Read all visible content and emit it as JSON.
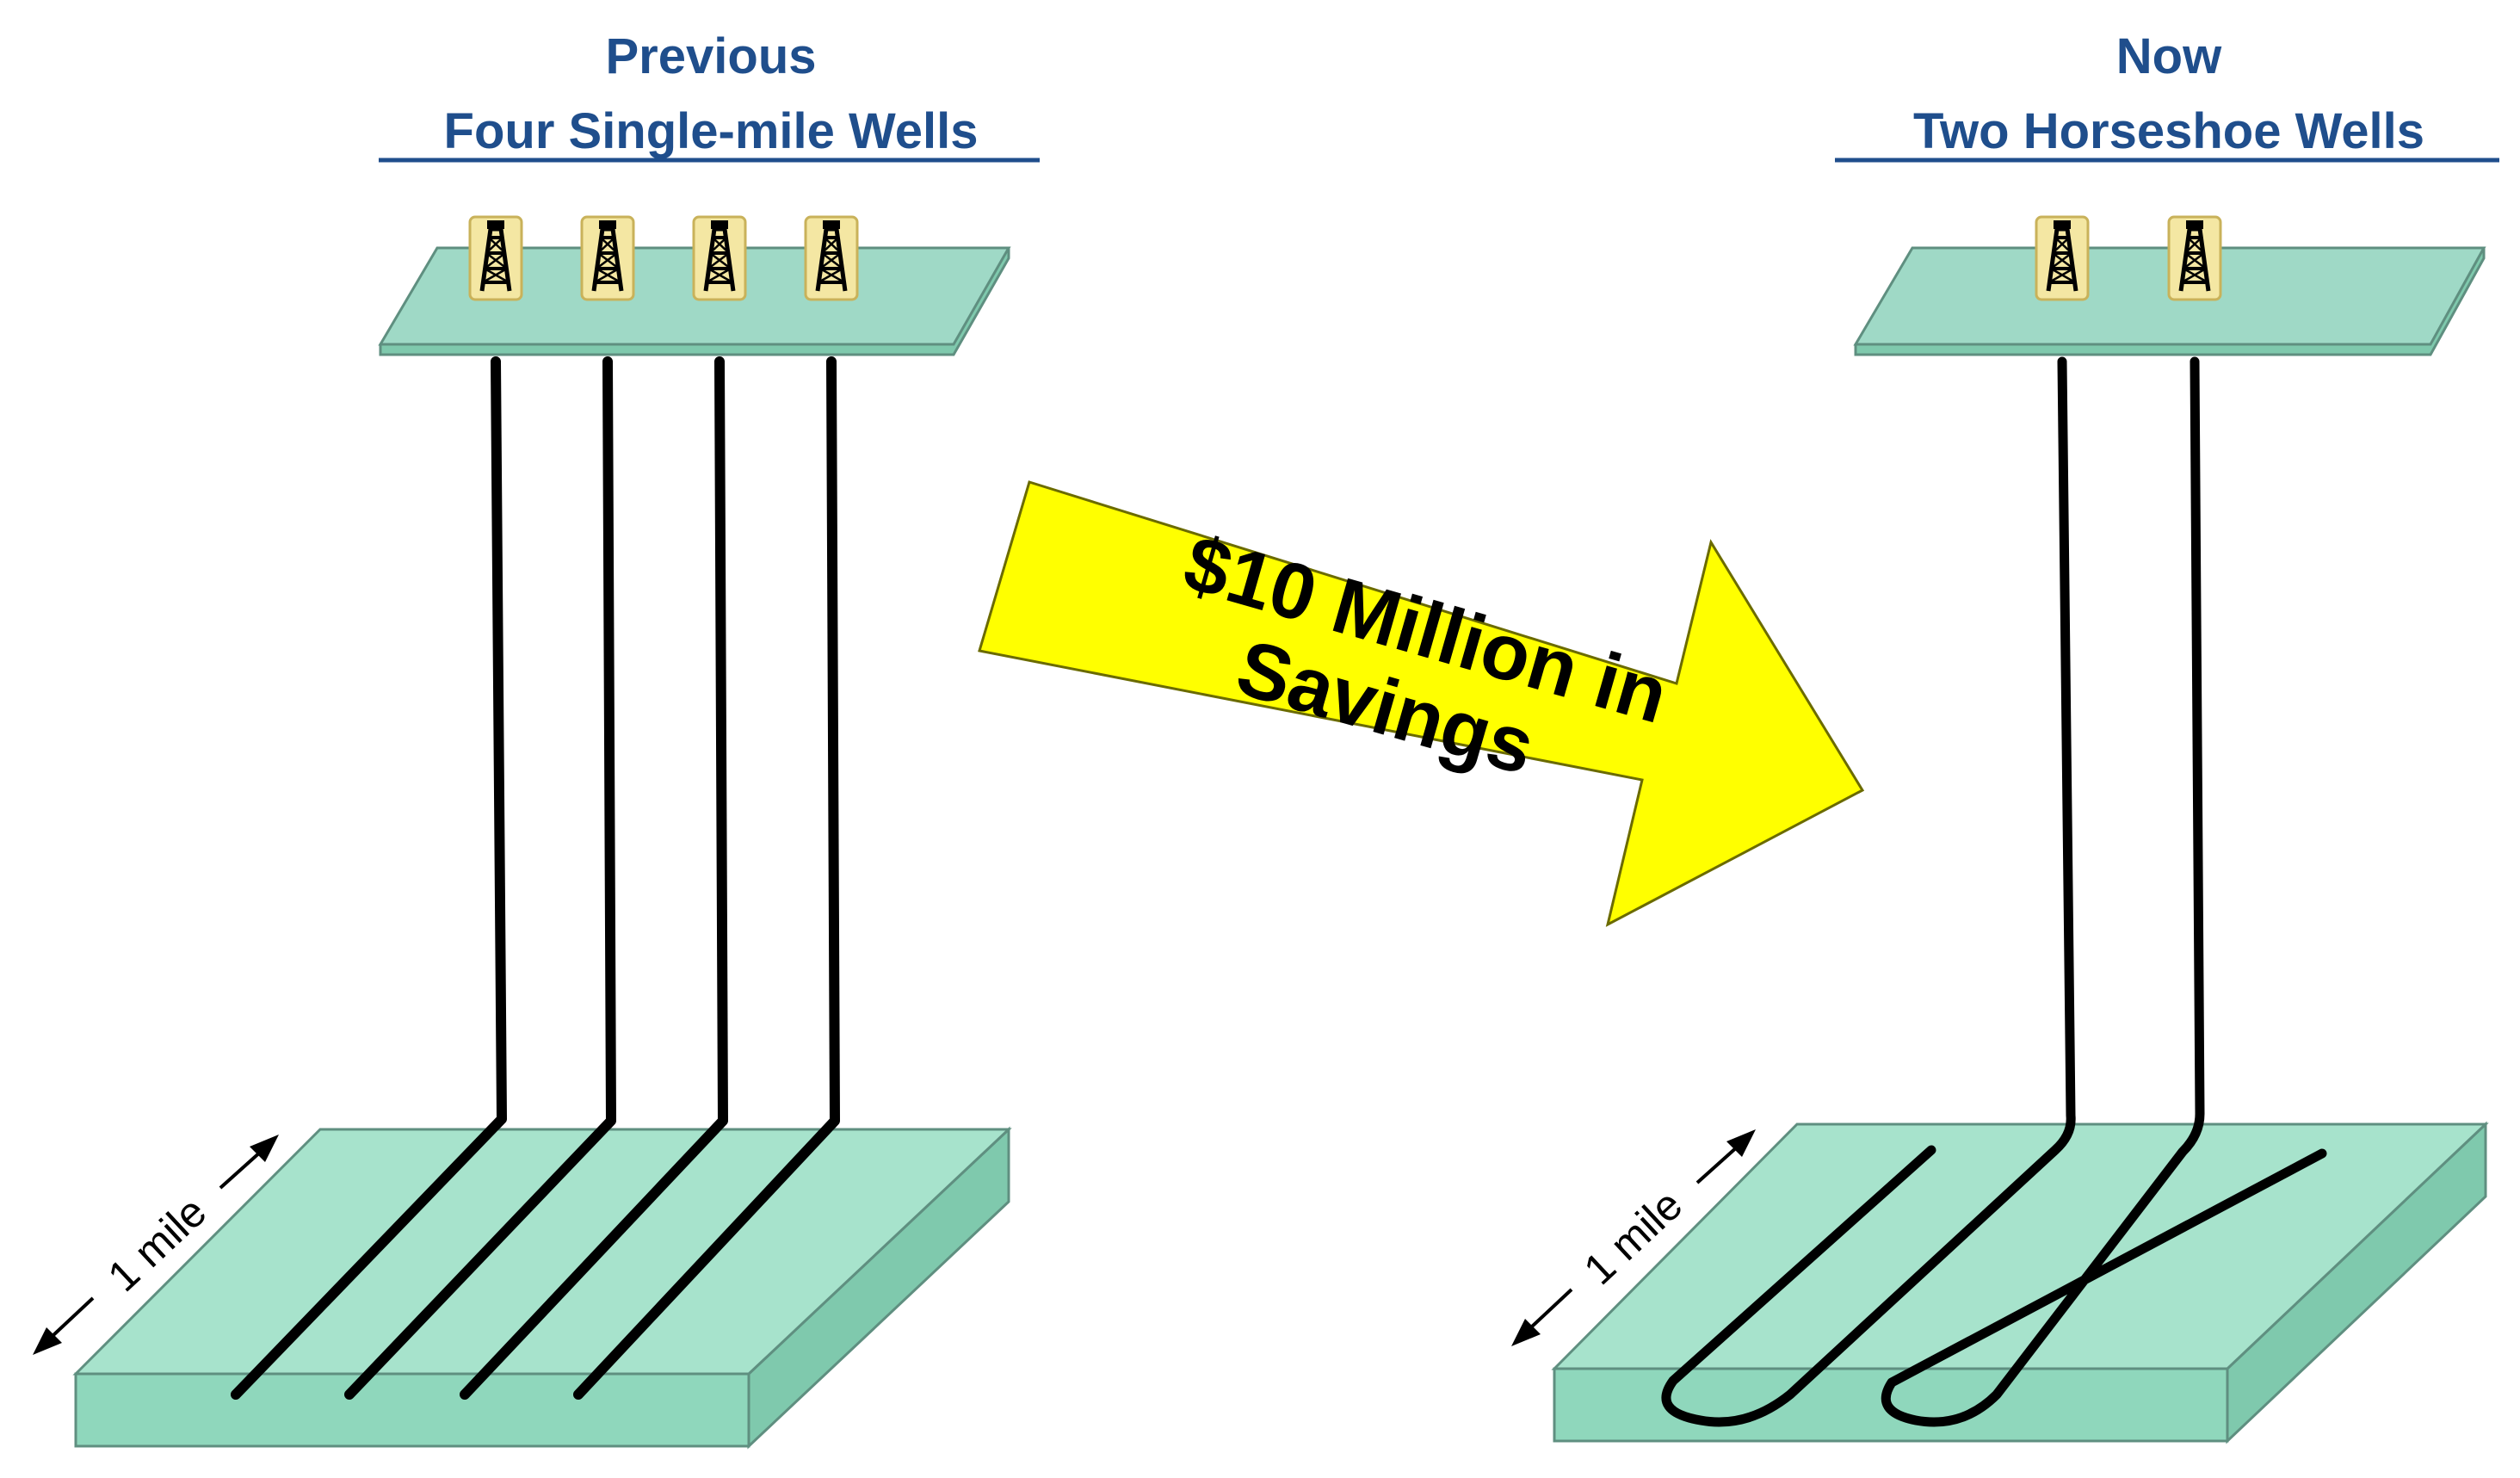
{
  "left_panel": {
    "title_line1": "Previous",
    "title_line2": "Four Single-mile Wells",
    "distance_label": "1 mile",
    "well_count": 4,
    "rig_icon": "oil-derrick-icon"
  },
  "right_panel": {
    "title_line1": "Now",
    "title_line2": "Two Horseshoe Wells",
    "distance_label": "1 mile",
    "well_count": 2,
    "rig_icon": "oil-derrick-icon"
  },
  "arrow": {
    "line1": "$10 Million in",
    "line2": "Savings"
  },
  "colors": {
    "title": "#1f4e8c",
    "arrow_fill": "#ffff00",
    "slab_top": "#a7e3cc",
    "slab_front": "#8fd7bc",
    "slab_side": "#7fc9ad",
    "pad": "#9fd9c6",
    "well": "#000000",
    "rig_box": "#f4e7a3"
  }
}
